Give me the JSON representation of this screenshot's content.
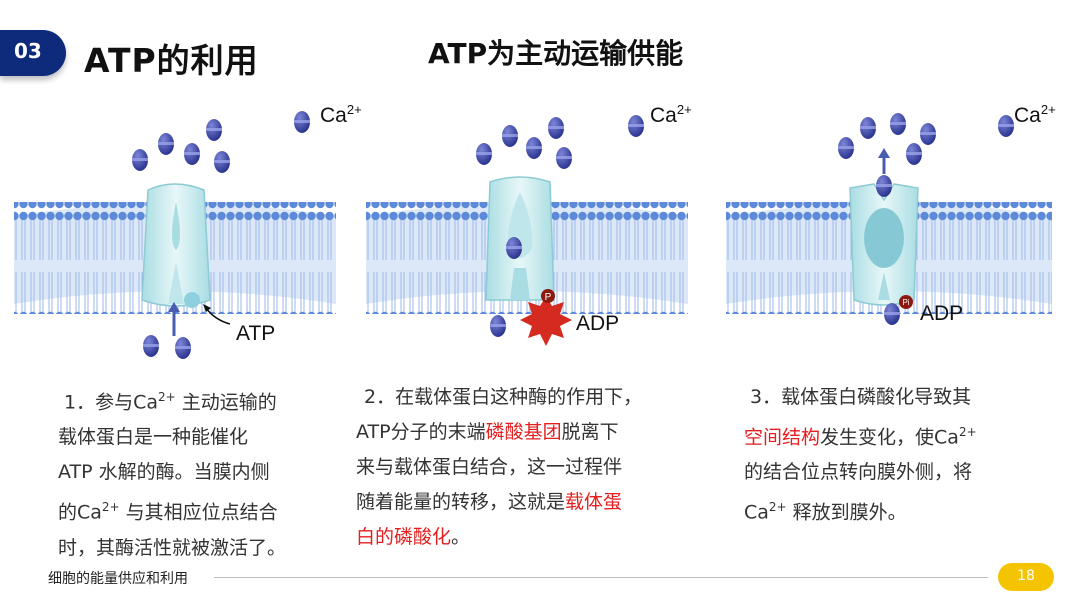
{
  "section": {
    "number": "03",
    "title": "ATP的利用"
  },
  "slide_title": "ATP为主动运输供能",
  "panels": [
    {
      "ion_label": "Ca",
      "ion_charge": "2+",
      "molecule_label": "ATP"
    },
    {
      "ion_label": "Ca",
      "ion_charge": "2+",
      "molecule_label": "ADP",
      "phosphate_symbol": "P"
    },
    {
      "ion_label": "Ca",
      "ion_charge": "2+",
      "molecule_label": "ADP",
      "phosphate_symbol": "Pi"
    }
  ],
  "captions": {
    "c1": {
      "line1a": "1．参与Ca",
      "line1sup": "2+",
      "line1b": " 主动运输的",
      "line2": "载体蛋白是一种能催化",
      "line3": "ATP 水解的酶。当膜内侧",
      "line4a": "的Ca",
      "line4sup": "2+",
      "line4b": " 与其相应位点结合",
      "line5": "时，其酶活性就被激活了。"
    },
    "c2": {
      "line1": "2．在载体蛋白这种酶的作用下，",
      "line2a": "ATP分子的末端",
      "line2red": "磷酸基团",
      "line2b": "脱离下",
      "line3": "来与载体蛋白结合，这一过程伴",
      "line4a": "随着能量的转移，这就是",
      "line4red": "载体蛋",
      "line5red": "白的磷酸化",
      "line5b": "。"
    },
    "c3": {
      "line1": "3．载体蛋白磷酸化导致其",
      "line2red": "空间结构",
      "line2a": "发生变化，使Ca",
      "line2sup": "2+",
      "line3": "的结合位点转向膜外侧，将",
      "line4a": "Ca",
      "line4sup": "2+",
      "line4b": " 释放到膜外。"
    }
  },
  "footer": {
    "text": "细胞的能量供应和利用",
    "page": "18"
  },
  "colors": {
    "badge": "#0e2a7a",
    "highlight_red": "#e41f1f",
    "page_pill": "#f5c400",
    "membrane_blue": "#4a7fd6",
    "ion_purple": "#3d4aa3",
    "protein_teal": "#bfe6ea"
  }
}
